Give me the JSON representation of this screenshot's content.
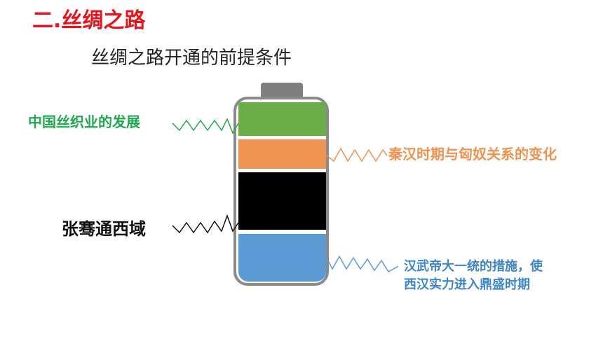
{
  "header": {
    "section_title": "二.丝绸之路",
    "subtitle": "丝绸之路开通的前提条件"
  },
  "labels": {
    "silk": "中国丝织业的发展",
    "xiongnu": "秦汉时期与匈奴关系的变化",
    "zhang": "张骞通西域",
    "han_line1": "汉武帝大一统的措施，使",
    "han_line2": "西汉实力进入鼎盛时期"
  },
  "colors": {
    "title_red": "#e8141d",
    "green": "#6aad46",
    "green_text": "#1fa84f",
    "orange": "#ee9352",
    "black": "#000000",
    "blue": "#5b9bd5",
    "blue_text": "#3f86c6",
    "battery_frame": "#8a8a8a",
    "battery_cap": "#7f7f7f"
  }
}
